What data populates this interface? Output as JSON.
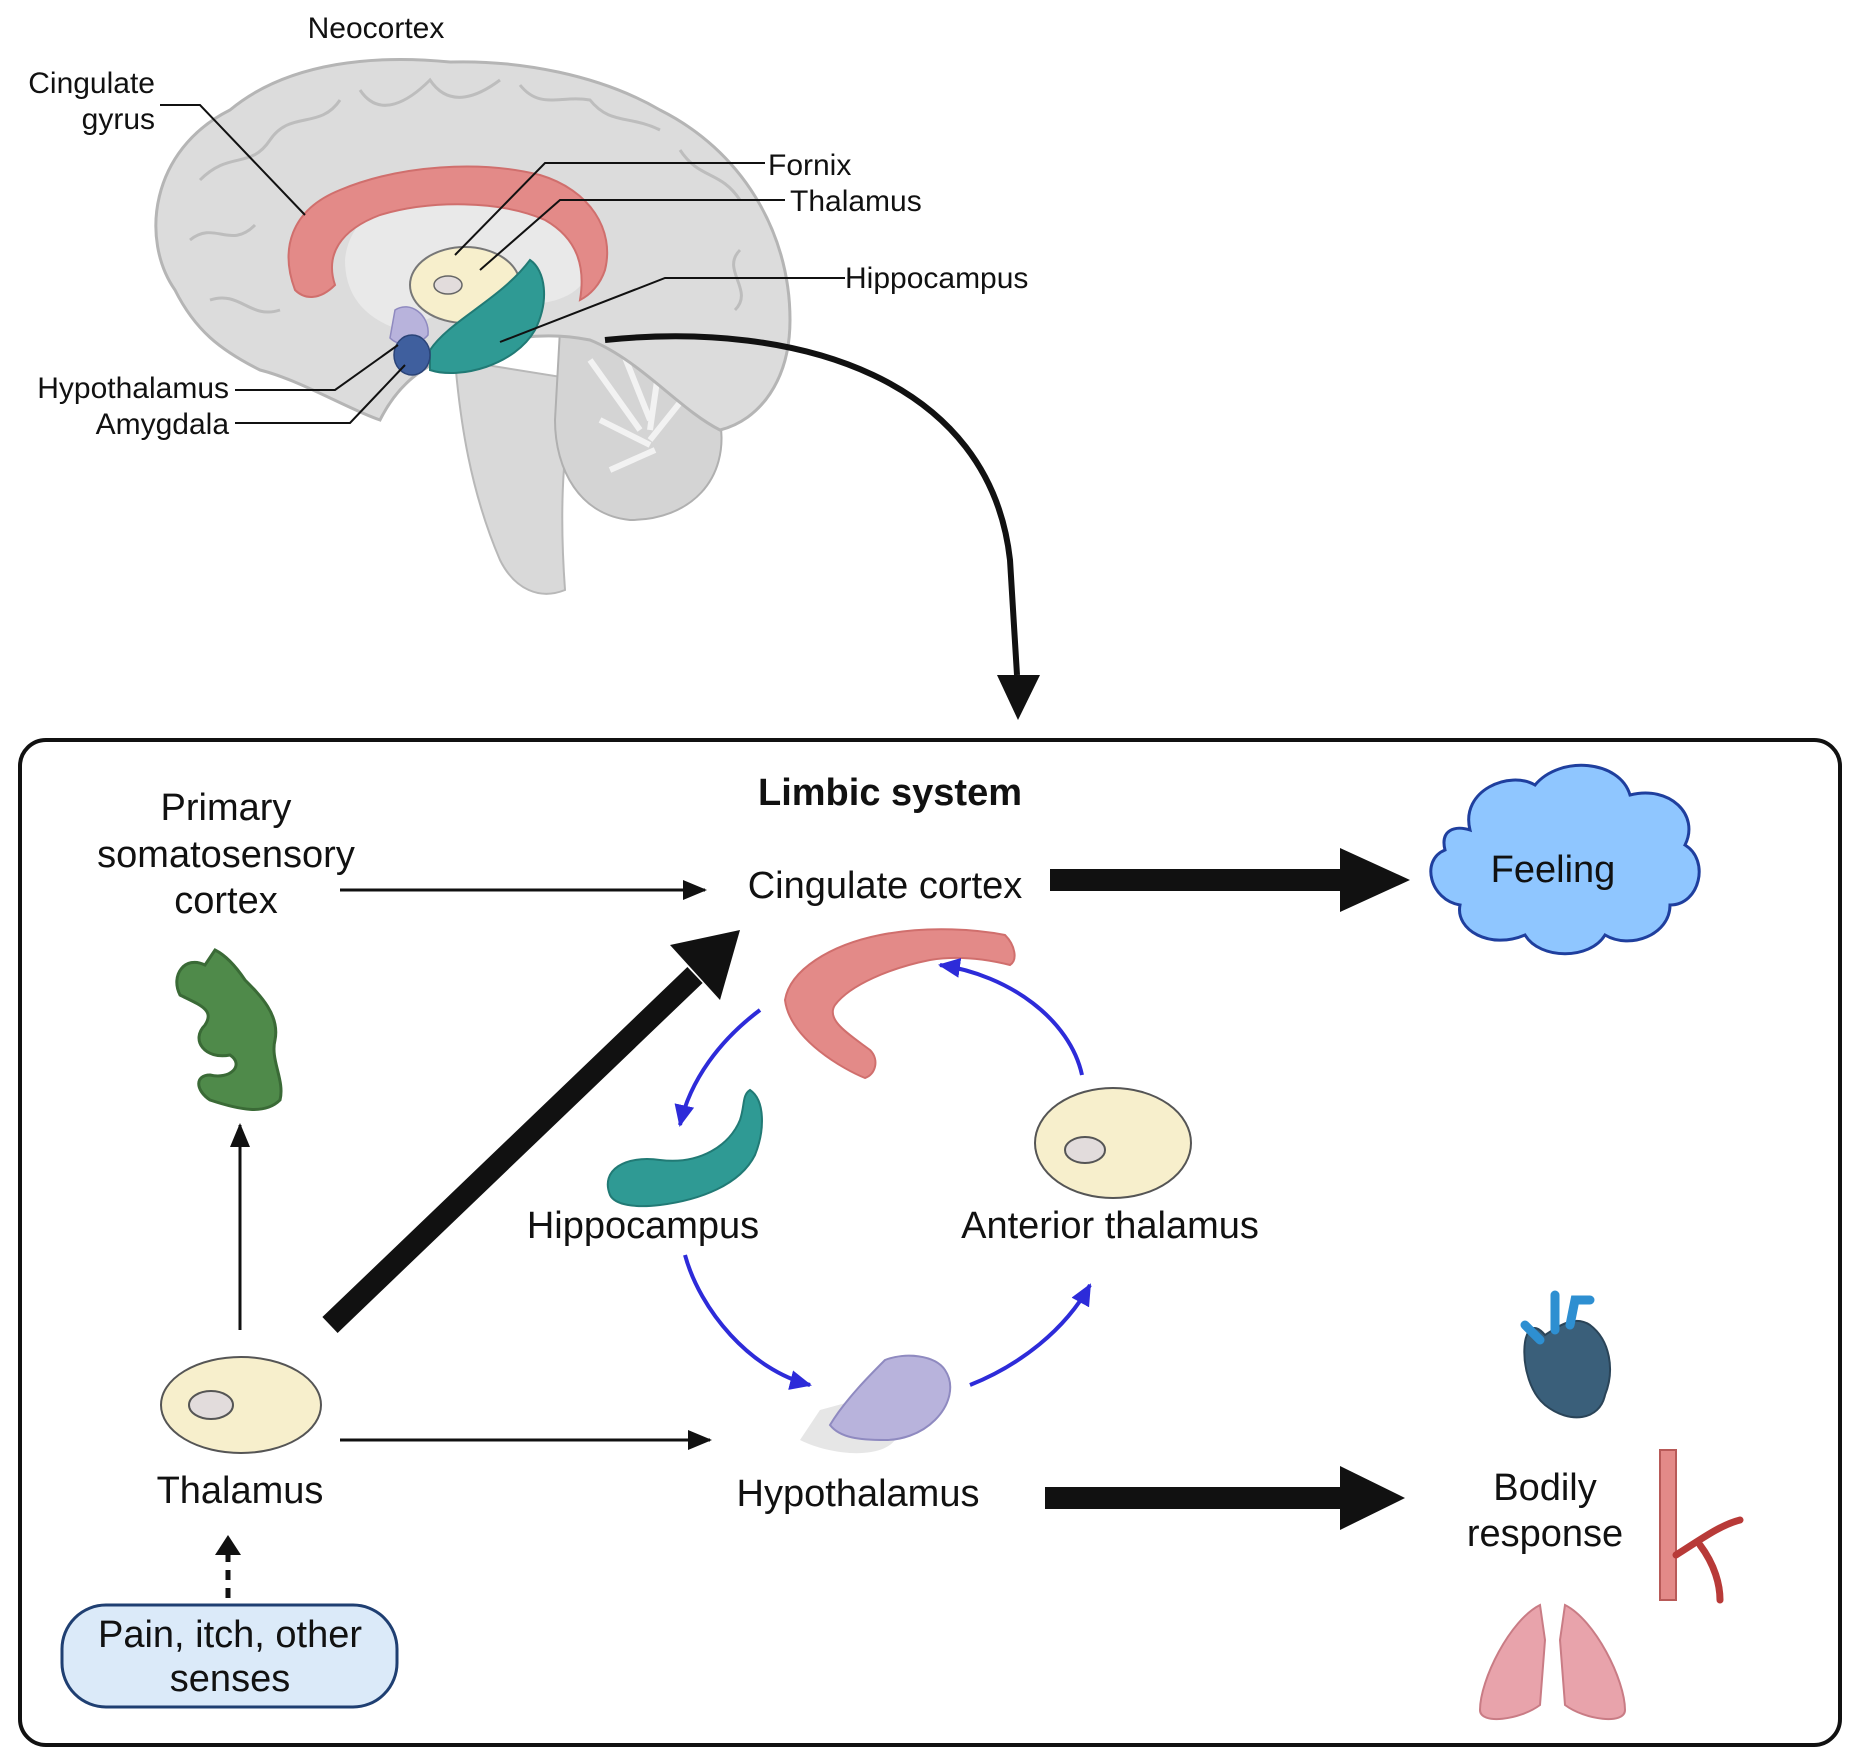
{
  "brain": {
    "labels": {
      "neocortex": "Neocortex",
      "cingulate_line1": "Cingulate",
      "cingulate_line2": "gyrus",
      "fornix": "Fornix",
      "thalamus": "Thalamus",
      "hippocampus": "Hippocampus",
      "hypothalamus": "Hypothalamus",
      "amygdala": "Amygdala"
    }
  },
  "limbic": {
    "title": "Limbic system",
    "primary_line1": "Primary",
    "primary_line2": "somatosensory",
    "primary_line3": "cortex",
    "cingulate_cortex": "Cingulate cortex",
    "feeling": "Feeling",
    "hippocampus": "Hippocampus",
    "anterior_thalamus": "Anterior thalamus",
    "thalamus": "Thalamus",
    "hypothalamus": "Hypothalamus",
    "bodily_line1": "Bodily",
    "bodily_line2": "response",
    "senses_line1": "Pain, itch, other",
    "senses_line2": "senses"
  },
  "colors": {
    "cingulate": "#e38a88",
    "thalamus_fill": "#f7efcc",
    "hippocampus": "#2f9a94",
    "hypothalamus": "#b8b3dc",
    "amygdala": "#3f5f9e",
    "somatosensory": "#4f8a4a",
    "feeling_cloud": "#8fc6ff",
    "blue_arrow": "#2d2bd9",
    "senses_box": "#dbeaf9"
  }
}
